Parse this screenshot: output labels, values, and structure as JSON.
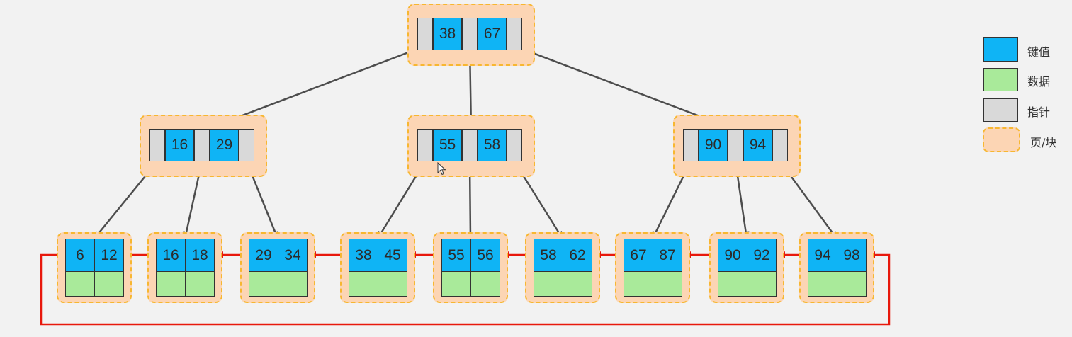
{
  "root": {
    "keys": [
      "38",
      "67"
    ]
  },
  "internal": [
    {
      "keys": [
        "16",
        "29"
      ]
    },
    {
      "keys": [
        "55",
        "58"
      ]
    },
    {
      "keys": [
        "90",
        "94"
      ]
    }
  ],
  "leaves": [
    {
      "keys": [
        "6",
        "12"
      ]
    },
    {
      "keys": [
        "16",
        "18"
      ]
    },
    {
      "keys": [
        "29",
        "34"
      ]
    },
    {
      "keys": [
        "38",
        "45"
      ]
    },
    {
      "keys": [
        "55",
        "56"
      ]
    },
    {
      "keys": [
        "58",
        "62"
      ]
    },
    {
      "keys": [
        "67",
        "87"
      ]
    },
    {
      "keys": [
        "90",
        "92"
      ]
    },
    {
      "keys": [
        "94",
        "98"
      ]
    }
  ],
  "legend": {
    "key_label": "键值",
    "data_label": "数据",
    "pointer_label": "指针",
    "page_label": "页/块"
  },
  "colors": {
    "key": "#0fb4f5",
    "data": "#a9ea9a",
    "pointer": "#d9d9d9",
    "page_fill": "#fcd5b4",
    "page_border": "#f7b731",
    "tree_link": "#4d4d4d",
    "leaf_link": "#e8180c"
  }
}
